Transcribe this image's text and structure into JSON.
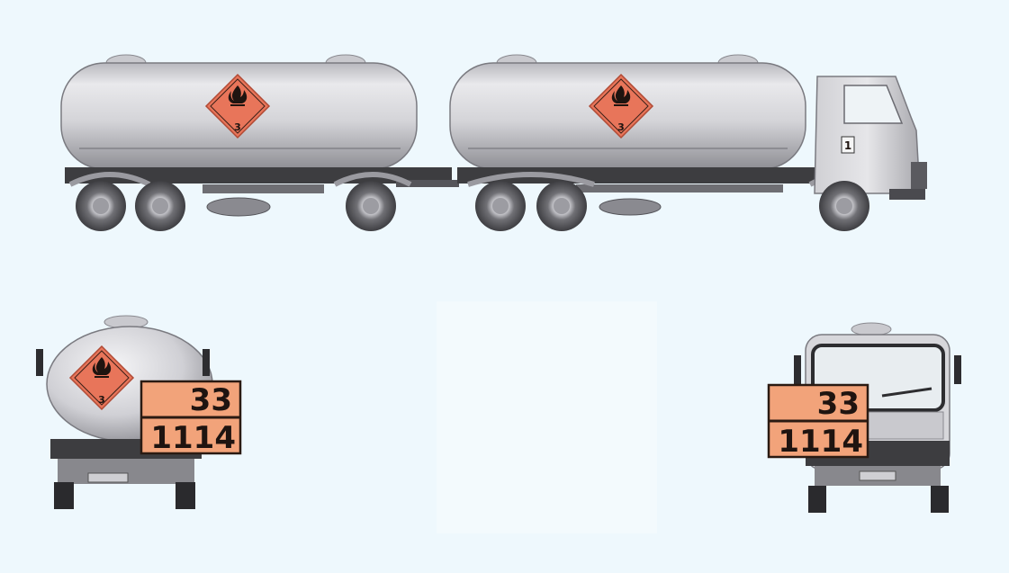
{
  "colors": {
    "background": "#eef8fd",
    "tank_body": "#d9d9dd",
    "tank_shadow": "#9a9aa0",
    "chassis": "#3d3d40",
    "hazard_label": "#e8755a",
    "orange_plate": "#f2a37a"
  },
  "side_view": {
    "label_trailer": {
      "class_number": "3",
      "icon": "flame-icon"
    },
    "label_truck": {
      "class_number": "3",
      "icon": "flame-icon"
    },
    "cab_marker": "1"
  },
  "rear_view": {
    "label": {
      "class_number": "3",
      "icon": "flame-icon"
    },
    "plate": {
      "hazard_id": "33",
      "un_number": "1114"
    }
  },
  "front_view": {
    "plate": {
      "hazard_id": "33",
      "un_number": "1114"
    }
  }
}
